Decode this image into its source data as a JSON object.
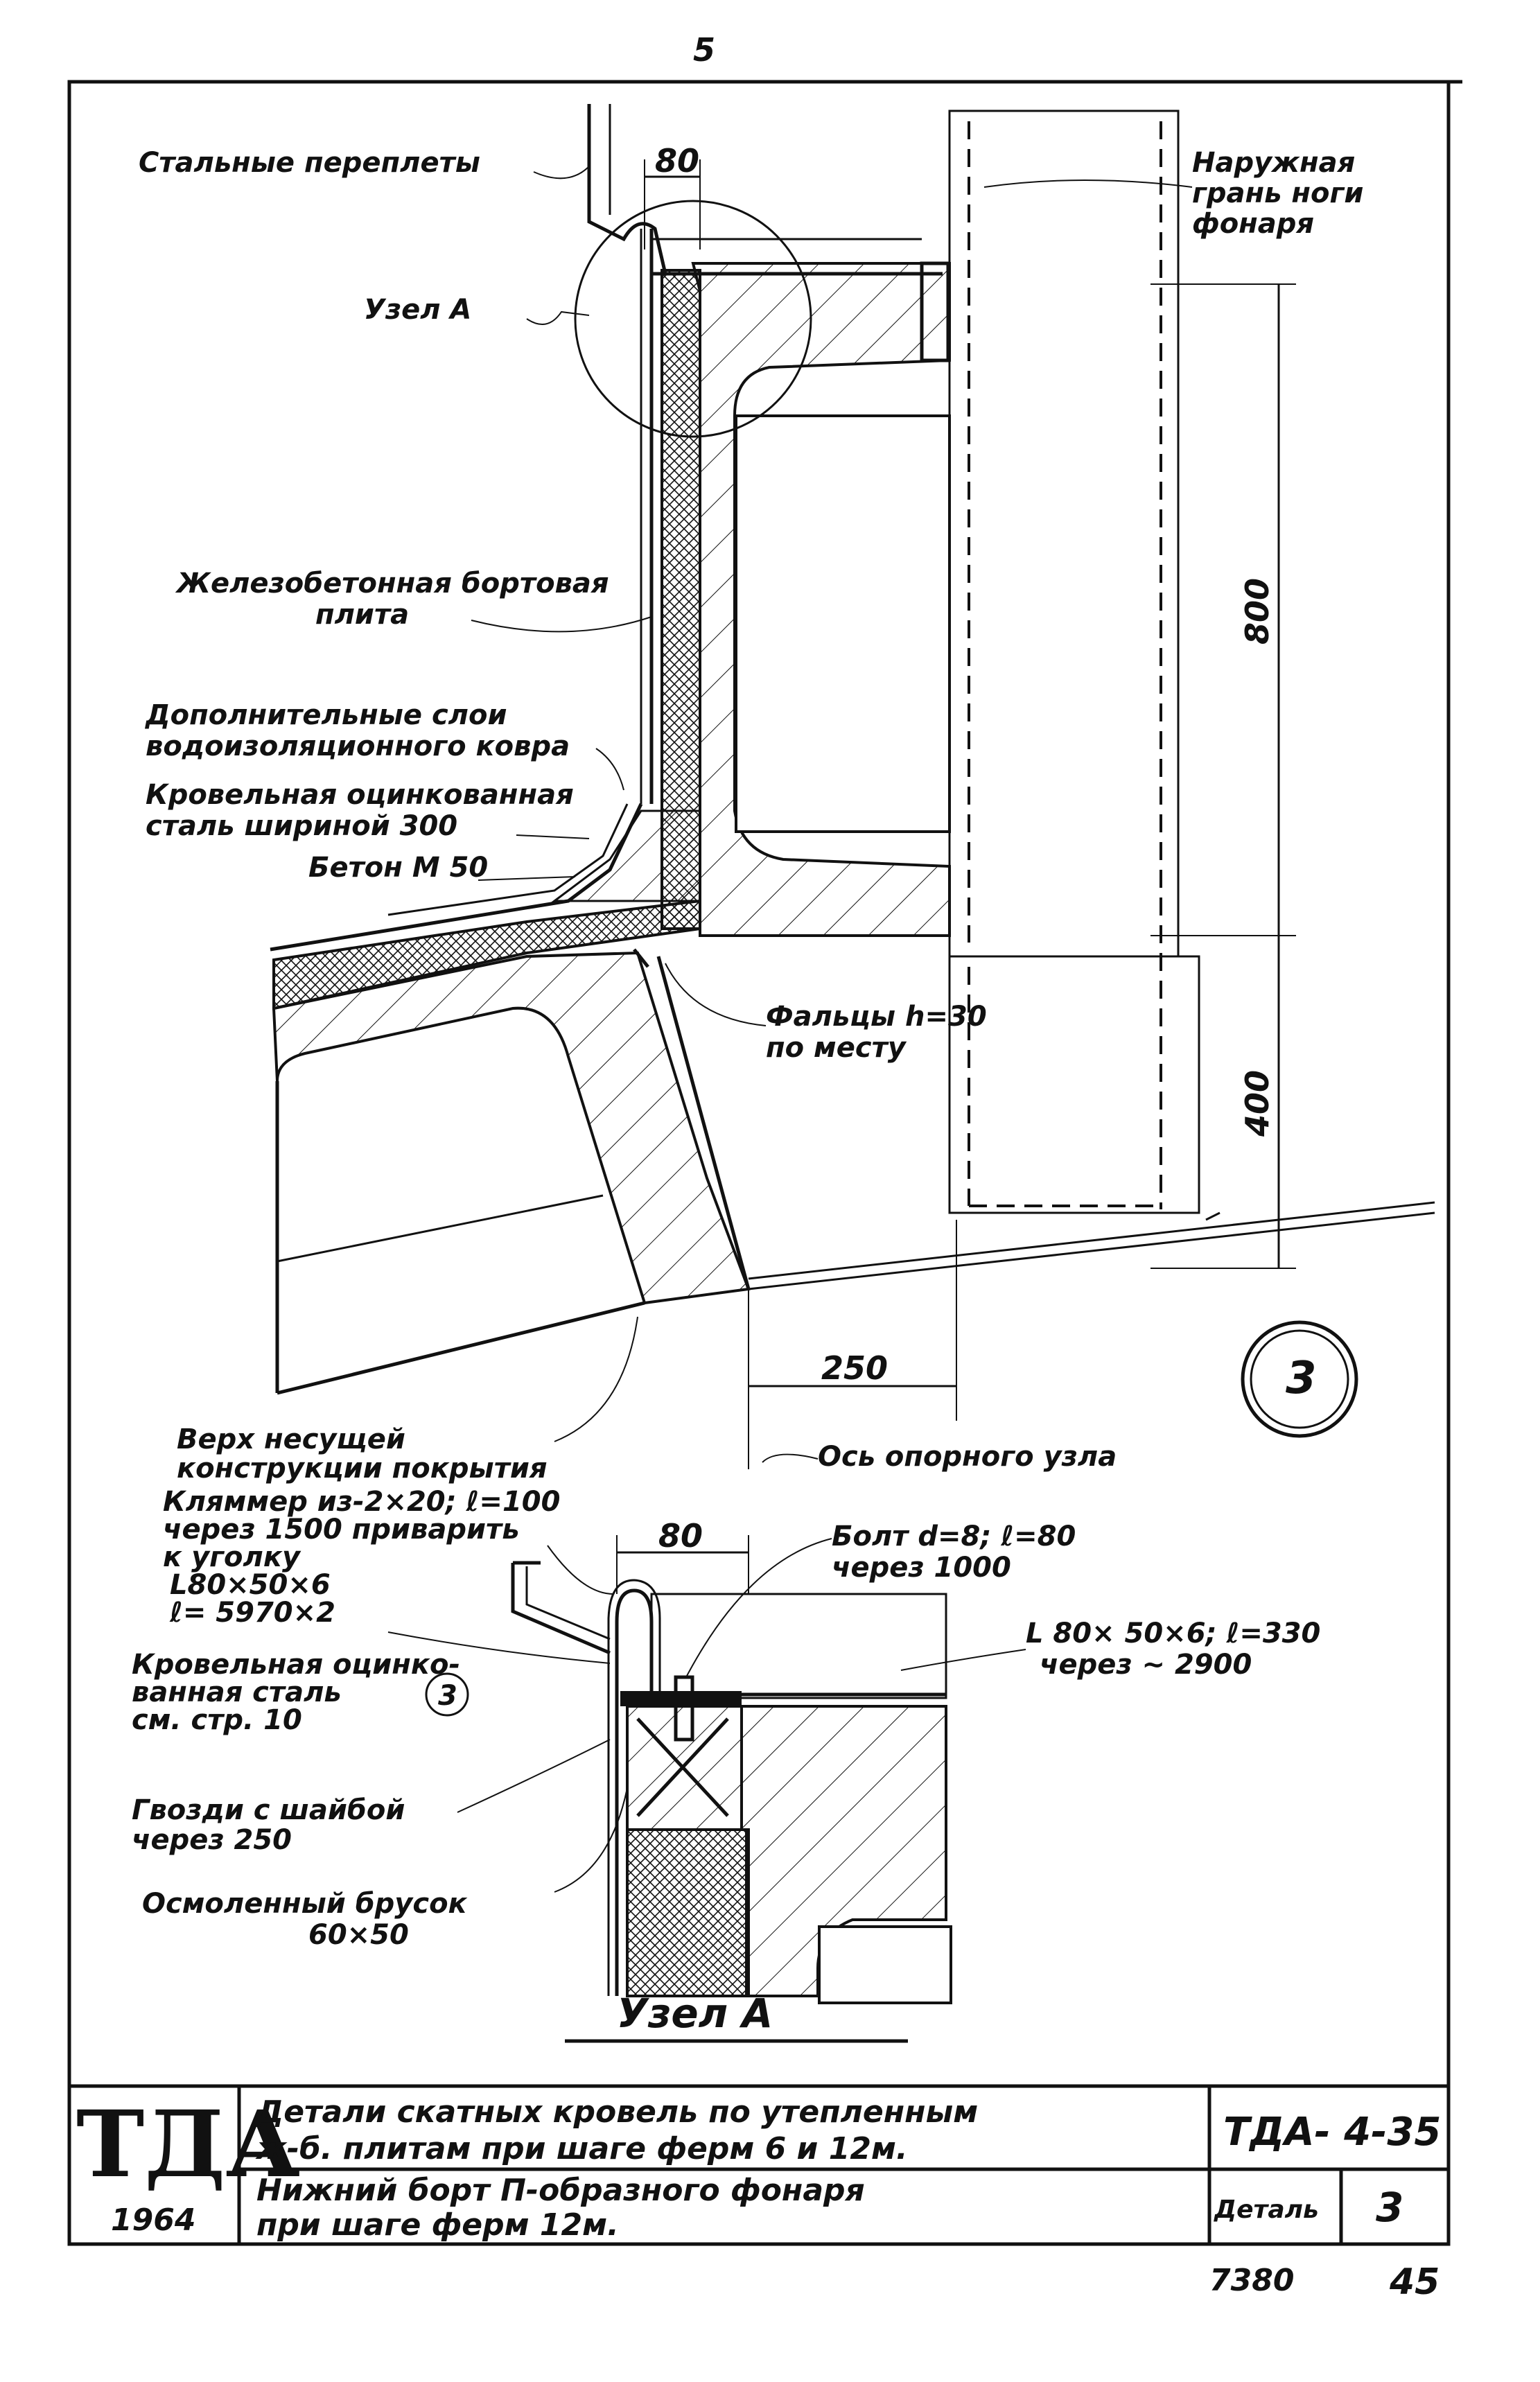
{
  "page_number": "5",
  "labels": {
    "steel_frames": "Стальные переплеты",
    "node_a_ref": "Узел А",
    "outer_face_line1": "Наружная",
    "outer_face_line2": "грань ноги",
    "outer_face_line3": "фонаря",
    "rc_plate_line1": "Железобетонная бортовая",
    "rc_plate_line2": "плита",
    "extra_layers_line1": "Дополнительные слои",
    "extra_layers_line2": "водоизоляционного ковра",
    "galv_steel_line1": "Кровельная оцинкованная",
    "galv_steel_line2": "сталь шириной 300",
    "concrete": "Бетон М 50",
    "fold_line1": "Фальцы h=30",
    "fold_line2": "по месту",
    "support_top_line1": "Верх несущей",
    "support_top_line2": "конструкции покрытия",
    "clamp_line1": "Кляммер из-2×20; ℓ=100",
    "clamp_line2": "через 1500 приварить",
    "clamp_line3": "к уголку",
    "clamp_line4": "L80×50×6",
    "clamp_line5": "ℓ= 5970×2",
    "galv_a_line1": "Кровельная оцинко-",
    "galv_a_line2": "ванная сталь",
    "galv_a_line3": "см. стр. 10",
    "galv_a_ref": "3",
    "nails_line1": "Гвозди с шайбой",
    "nails_line2": "через 250",
    "tarred_line1": "Осмоленный брусок",
    "tarred_line2": "60×50",
    "bolt_line1": "Болт d=8; ℓ=80",
    "bolt_line2": "через 1000",
    "angle_line1": "L 80× 50×6; ℓ=330",
    "angle_line2": "через ~ 2900",
    "axis": "Ось опорного узла",
    "detail_circle": "3",
    "node_a_title": "Узел А"
  },
  "dimensions": {
    "top_80": "80",
    "height_800": "800",
    "height_400": "400",
    "width_250": "250",
    "node_80": "80"
  },
  "title_block": {
    "logo": "ТДА",
    "year": "1964",
    "title_line1": "Детали скатных кровель по утепленным",
    "title_line2": "ж-б. плитам при шаге ферм 6 и 12м.",
    "subtitle_line1": "Нижний борт П-образного фонаря",
    "subtitle_line2": "при шаге ферм 12м.",
    "code": "ТДА- 4-35",
    "detail_label": "Деталь",
    "detail_number": "3"
  },
  "footer": {
    "sheet_code": "7380",
    "page": "45"
  }
}
